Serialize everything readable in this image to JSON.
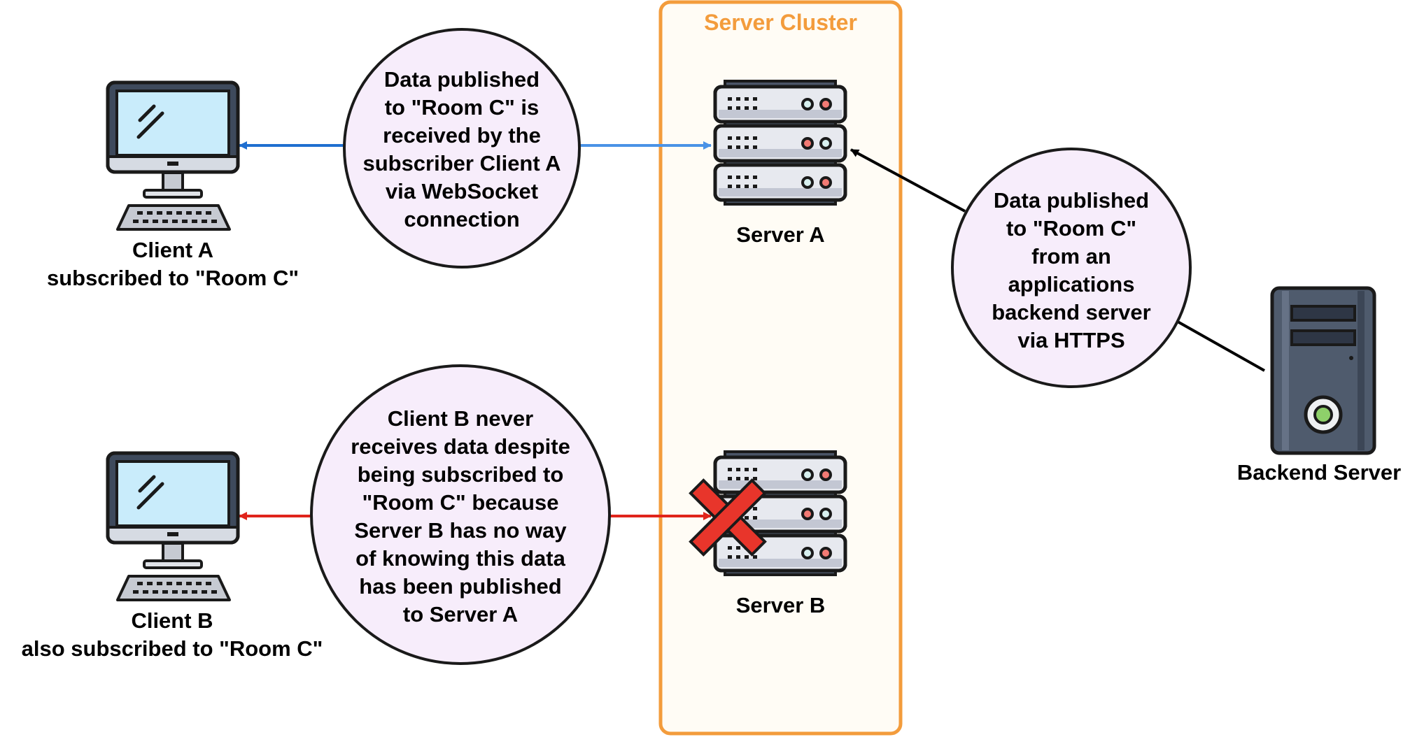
{
  "cluster": {
    "title": "Server Cluster"
  },
  "clients": [
    {
      "name": "Client A",
      "subtitle": "subscribed to \"Room C\""
    },
    {
      "name": "Client B",
      "subtitle": "also subscribed to \"Room C\""
    }
  ],
  "servers": [
    {
      "name": "Server A"
    },
    {
      "name": "Server B"
    }
  ],
  "backend": {
    "name": "Backend Server"
  },
  "notes": {
    "client_a": [
      "Data published",
      "to \"Room C\"  is",
      "received by the",
      "subscriber Client A",
      "via WebSocket",
      "connection"
    ],
    "client_b": [
      "Client B never",
      "receives data despite",
      "being subscribed to",
      "\"Room C\" because",
      "Server B has no way",
      "of knowing this data",
      "has been published",
      "to Server A"
    ],
    "backend": [
      "Data published",
      "to \"Room C\"",
      "from an",
      "applications",
      "backend server",
      "via HTTPS"
    ]
  },
  "colors": {
    "cluster_border": "#f39c3c",
    "cluster_fill": "#fffcf5",
    "arrow_a": "#1f6fd0",
    "arrow_a_light": "#4a93e6",
    "arrow_b": "#e0241b",
    "note_fill": "#f7edfb",
    "cross": "#e8352b"
  },
  "icons": [
    "desktop-computer-icon",
    "server-rack-icon",
    "tower-server-icon",
    "failure-cross-icon"
  ]
}
